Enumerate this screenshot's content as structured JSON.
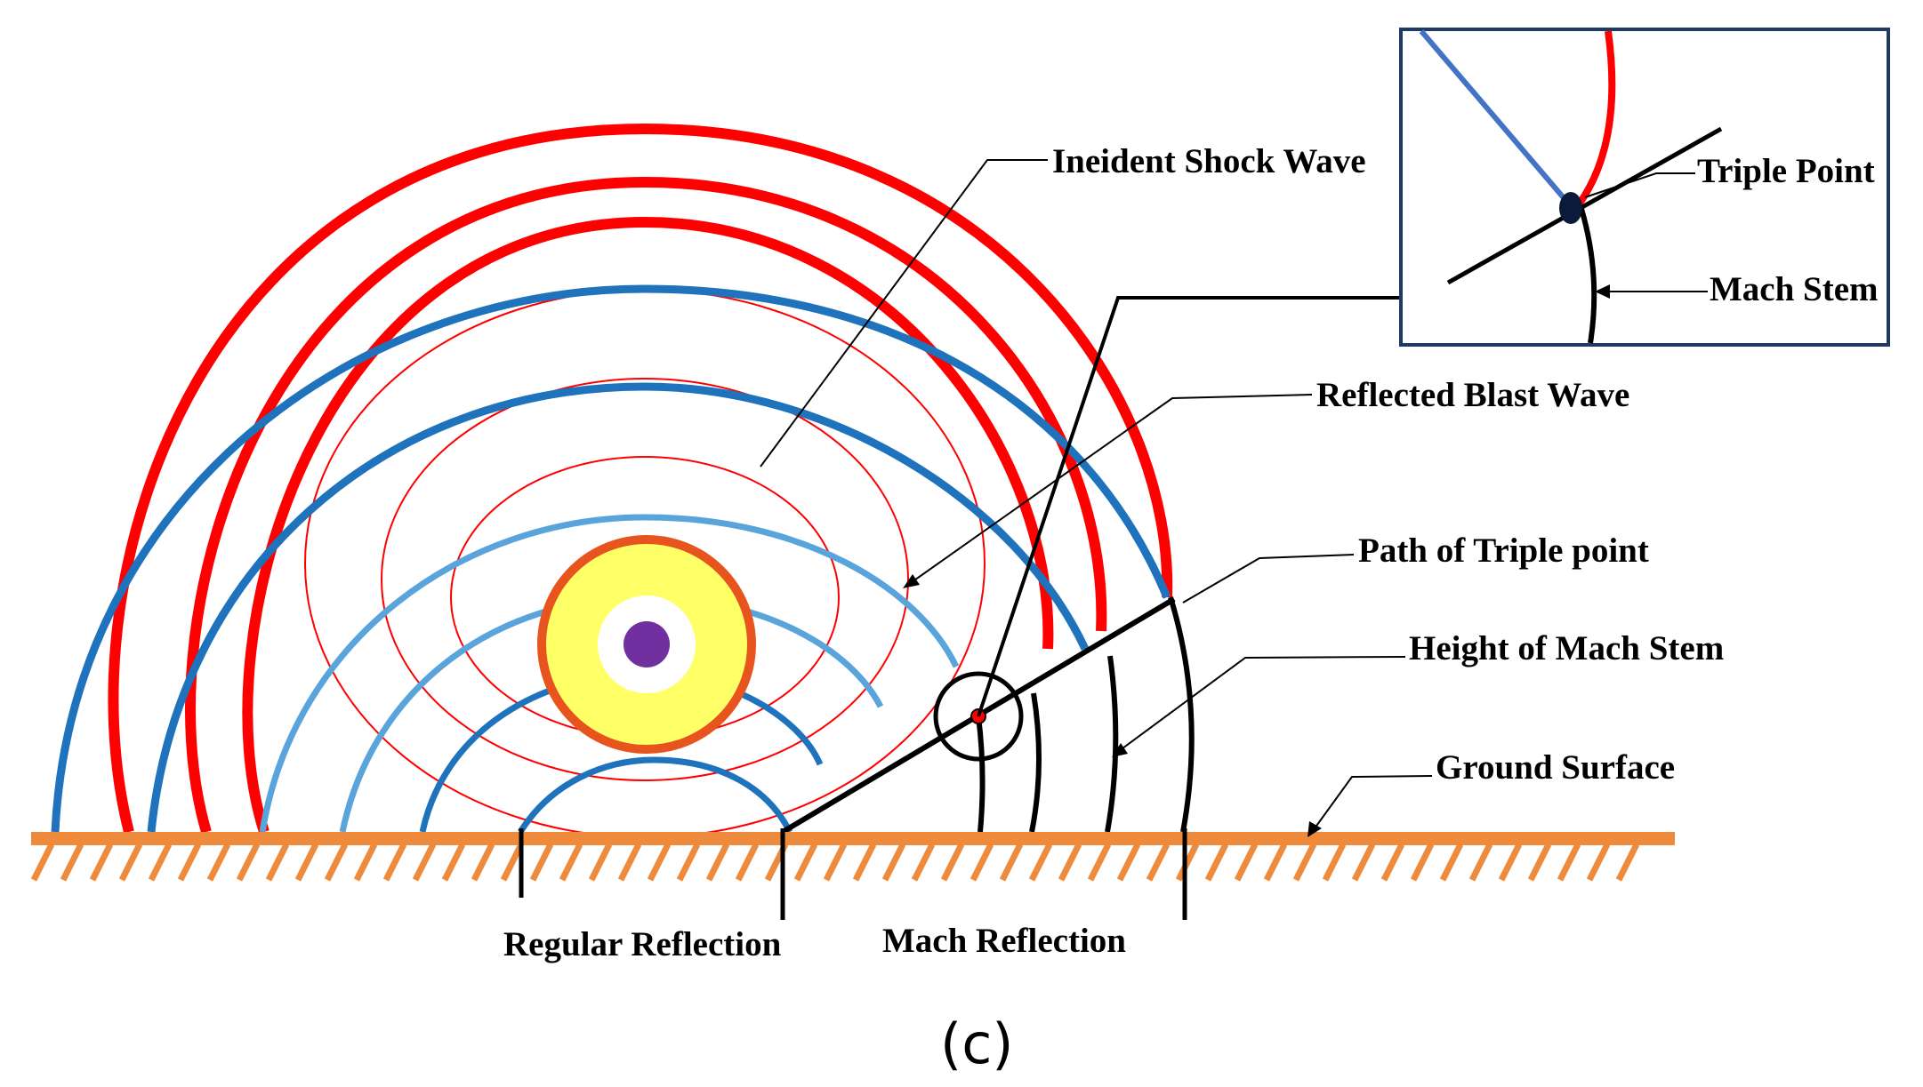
{
  "labels": {
    "incident": "Ineident Shock Wave",
    "triple_point": "Triple Point",
    "mach_stem": "Mach Stem",
    "reflected": "Reflected Blast Wave",
    "path_triple": "Path of Triple point",
    "height_mach": "Height of Mach Stem",
    "ground": "Ground Surface",
    "regular": "Regular Reflection",
    "mach_reflection": "Mach Reflection"
  },
  "caption": "(c)",
  "colors": {
    "incident_wave": "#ff0000",
    "reflected_wave": "#1f73bd",
    "reflected_wave_light": "#5aa4dc",
    "ground": "#ed8a3c",
    "fireball_outer": "#e8541e",
    "fireball_fill": "#ffff66",
    "charge": "#7030a0",
    "inset_line": "#4472c4"
  }
}
